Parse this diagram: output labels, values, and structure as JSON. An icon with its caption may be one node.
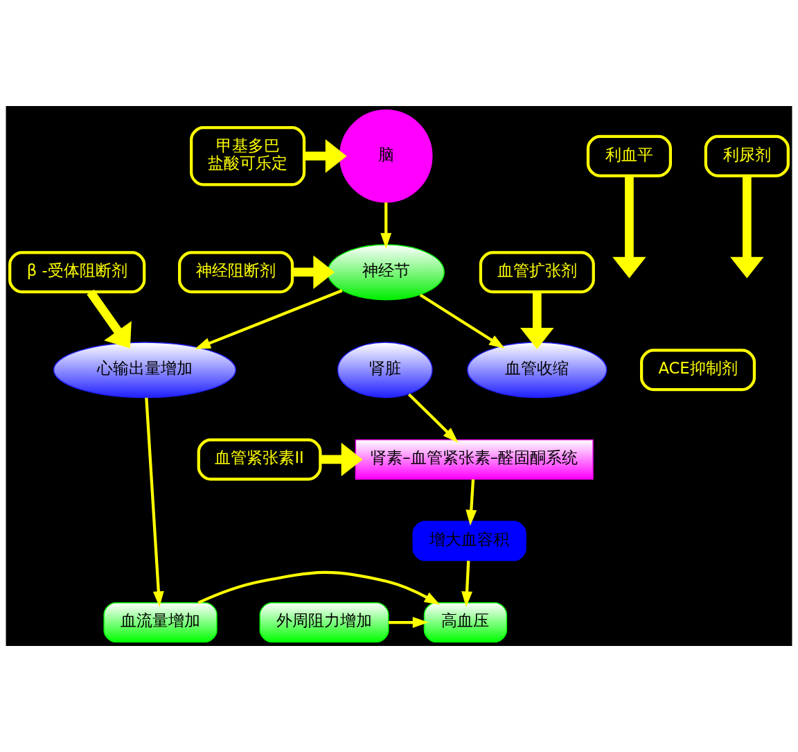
{
  "diagram": {
    "nodes": [
      {
        "text": [
          "脑"
        ]
      },
      {
        "text": [
          "甲基多巴",
          "盐酸可乐定"
        ]
      },
      {
        "text": [
          "神经节"
        ]
      },
      {
        "text": [
          "神经阻断剂"
        ]
      },
      {
        "text": [
          "β -受体阻断剂"
        ]
      },
      {
        "text": [
          "心输出量增加"
        ]
      },
      {
        "text": [
          "肾脏"
        ]
      },
      {
        "text": [
          "血管收缩"
        ]
      },
      {
        "text": [
          "利血平"
        ]
      },
      {
        "text": [
          "血管扩张剂"
        ]
      },
      {
        "text": [
          "肾素–血管紧张素–醛固酮系统"
        ]
      },
      {
        "text": [
          "血管紧张素II"
        ]
      },
      {
        "text": [
          "ACE抑制剂"
        ]
      },
      {
        "text": [
          "增大血容积"
        ]
      },
      {
        "text": [
          "利尿剂"
        ]
      },
      {
        "text": [
          "血流量增加"
        ]
      },
      {
        "text": [
          "高血压"
        ]
      },
      {
        "text": [
          "外周阻力增加"
        ]
      }
    ],
    "edges": [
      {
        "from": 1,
        "to": 0,
        "arrow": "to",
        "style": "thick"
      },
      {
        "from": 0,
        "to": 2,
        "arrow": "to"
      },
      {
        "from": 3,
        "to": 2,
        "arrow": "to",
        "style": "thick"
      },
      {
        "from": 2,
        "to": 5,
        "arrow": "to"
      },
      {
        "from": 2,
        "to": 7,
        "arrow": "to"
      },
      {
        "from": 8,
        "to": null,
        "arrow": "to",
        "style": "thick"
      },
      {
        "from": 4,
        "to": 5,
        "arrow": "to",
        "style": "thick"
      },
      {
        "from": 9,
        "to": 7,
        "arrow": "to",
        "style": "thick"
      },
      {
        "from": 6,
        "to": 10,
        "arrow": "to"
      },
      {
        "from": 11,
        "to": 10,
        "arrow": "to",
        "style": "thick"
      },
      {
        "from": 10,
        "to": 13,
        "arrow": "to"
      },
      {
        "from": 13,
        "to": 16,
        "arrow": "to"
      },
      {
        "from": 14,
        "to": null,
        "arrow": "to",
        "style": "thick"
      },
      {
        "from": 5,
        "to": 15,
        "arrow": "to"
      },
      {
        "from": 15,
        "to": 16,
        "arrow": "to"
      },
      {
        "from": 17,
        "to": 16,
        "arrow": "to"
      }
    ]
  }
}
